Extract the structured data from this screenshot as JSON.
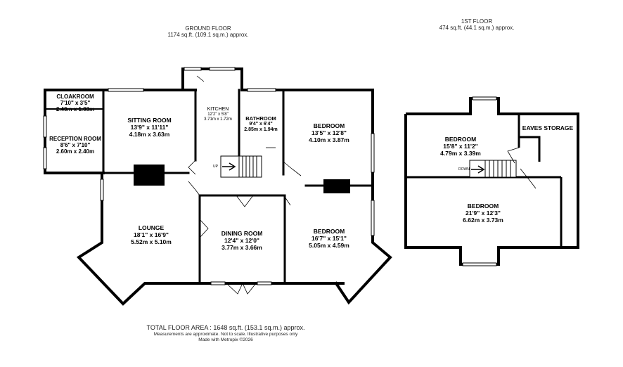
{
  "ground_floor": {
    "title": "GROUND FLOOR",
    "area": "1174 sq.ft. (109.1 sq.m.) approx.",
    "rooms": {
      "cloakroom": {
        "name": "CLOAKROOM",
        "dim_imperial": "7'10\" x 3'5\"",
        "dim_metric": "2.40m x 1.03m"
      },
      "reception": {
        "name": "RECEPTION ROOM",
        "dim_imperial": "8'6\" x 7'10\"",
        "dim_metric": "2.60m x 2.40m"
      },
      "sitting": {
        "name": "SITTING ROOM",
        "dim_imperial": "13'9\" x 11'11\"",
        "dim_metric": "4.18m x 3.63m"
      },
      "kitchen": {
        "name": "KITCHEN",
        "dim_imperial": "12'2\" x 5'8\"",
        "dim_metric": "3.71m x 1.72m"
      },
      "bathroom": {
        "name": "BATHROOM",
        "dim_imperial": "9'4\" x 6'4\"",
        "dim_metric": "2.85m x 1.94m"
      },
      "bedroom1": {
        "name": "BEDROOM",
        "dim_imperial": "13'5\" x 12'8\"",
        "dim_metric": "4.10m x 3.87m"
      },
      "lounge": {
        "name": "LOUNGE",
        "dim_imperial": "18'1\" x 16'9\"",
        "dim_metric": "5.52m x 5.10m"
      },
      "dining": {
        "name": "DINING ROOM",
        "dim_imperial": "12'4\" x 12'0\"",
        "dim_metric": "3.77m x 3.66m"
      },
      "bedroom2": {
        "name": "BEDROOM",
        "dim_imperial": "16'7\" x 15'1\"",
        "dim_metric": "5.05m x 4.59m"
      }
    },
    "stair_label": "UP"
  },
  "first_floor": {
    "title": "1ST FLOOR",
    "area": "474 sq.ft. (44.1 sq.m.) approx.",
    "rooms": {
      "bedroom3": {
        "name": "BEDROOM",
        "dim_imperial": "15'8\" x 11'2\"",
        "dim_metric": "4.79m x 3.39m"
      },
      "eaves": {
        "name": "EAVES STORAGE"
      },
      "bedroom4": {
        "name": "BEDROOM",
        "dim_imperial": "21'9\" x 12'3\"",
        "dim_metric": "6.62m x 3.73m"
      }
    },
    "stair_label": "DOWN"
  },
  "footer": {
    "total": "TOTAL FLOOR AREA : 1648 sq.ft. (153.1 sq.m.) approx.",
    "disclaimer": "Measurements are approximate.  Not to scale.  Illustrative purposes only",
    "credit": "Made with Metropix ©2026"
  },
  "colors": {
    "wall": "#000000",
    "window": "#ffffff",
    "background": "#ffffff"
  }
}
